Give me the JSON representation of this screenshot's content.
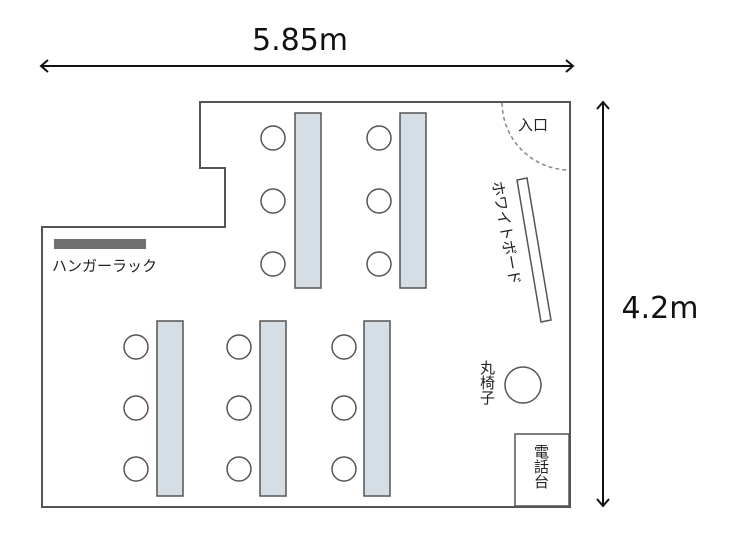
{
  "dimensions": {
    "width_label": "5.85m",
    "height_label": "4.2m"
  },
  "labels": {
    "entrance": "入口",
    "whiteboard": "ホワイトボード",
    "hanger_rack": "ハンガーラック",
    "round_chair": "丸椅子",
    "phone_stand": "電話台"
  },
  "colors": {
    "table_fill": "#d5dde5",
    "outline": "#555555",
    "hanger_bar": "#707070"
  }
}
